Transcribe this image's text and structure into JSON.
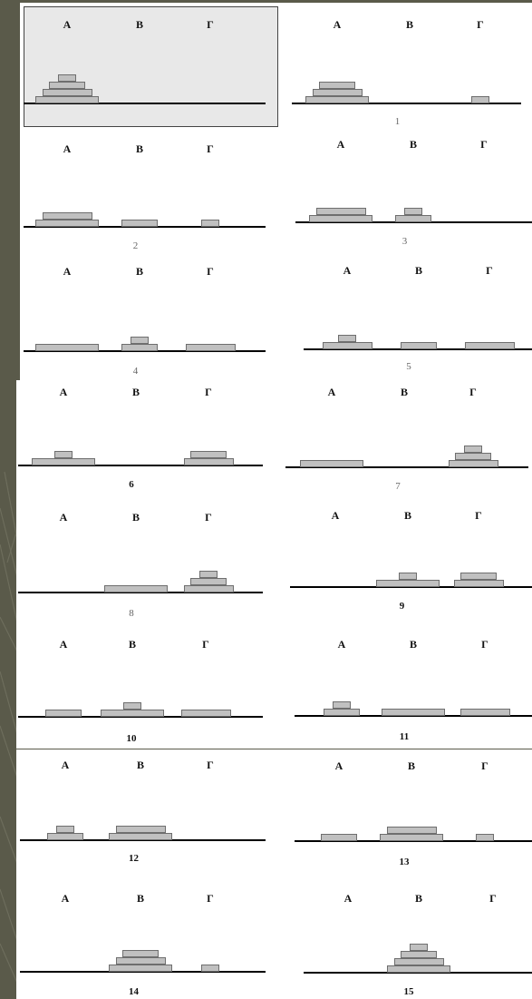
{
  "pegs": [
    "А",
    "В",
    "Г"
  ],
  "panels": [
    {
      "id": "p0",
      "number": "",
      "towers": [
        [
          4,
          3,
          2,
          1
        ],
        [],
        []
      ]
    },
    {
      "id": "p1",
      "number": "1",
      "towers": [
        [
          4,
          3,
          2
        ],
        [],
        [
          1
        ]
      ]
    },
    {
      "id": "p2",
      "number": "2",
      "towers": [
        [
          4,
          3
        ],
        [
          2
        ],
        [
          1
        ]
      ]
    },
    {
      "id": "p3",
      "number": "3",
      "towers": [
        [
          4,
          3
        ],
        [
          2,
          1
        ],
        []
      ]
    },
    {
      "id": "p4",
      "number": "4",
      "towers": [
        [
          4
        ],
        [
          2,
          1
        ],
        [
          3
        ]
      ]
    },
    {
      "id": "p5",
      "number": "5",
      "towers": [
        [
          3,
          1
        ],
        [
          2
        ],
        [
          3
        ]
      ]
    },
    {
      "id": "p6",
      "number": "6",
      "towers": [
        [
          4,
          1
        ],
        [],
        [
          3,
          2
        ]
      ]
    },
    {
      "id": "p7",
      "number": "7",
      "towers": [
        [
          4
        ],
        [],
        [
          3,
          2,
          1
        ]
      ]
    },
    {
      "id": "p8",
      "number": "8",
      "towers": [
        [],
        [
          4
        ],
        [
          3,
          2,
          1
        ]
      ]
    },
    {
      "id": "p9",
      "number": "9",
      "towers": [
        [],
        [
          4,
          1
        ],
        [
          3,
          2
        ]
      ]
    },
    {
      "id": "p10",
      "number": "10",
      "towers": [
        [
          2
        ],
        [
          4,
          1
        ],
        [
          3
        ]
      ]
    },
    {
      "id": "p11",
      "number": "11",
      "towers": [
        [
          2,
          1
        ],
        [
          4
        ],
        [
          3
        ]
      ]
    },
    {
      "id": "p12",
      "number": "12",
      "towers": [
        [
          2,
          1
        ],
        [
          4,
          3
        ],
        []
      ]
    },
    {
      "id": "p13",
      "number": "13",
      "towers": [
        [
          2
        ],
        [
          4,
          3
        ],
        [
          1
        ]
      ]
    },
    {
      "id": "p14",
      "number": "14",
      "towers": [
        [],
        [
          4,
          3,
          2
        ],
        [
          1
        ]
      ]
    },
    {
      "id": "p15",
      "number": "15",
      "towers": [
        [],
        [
          4,
          3,
          2,
          1
        ],
        []
      ]
    }
  ]
}
